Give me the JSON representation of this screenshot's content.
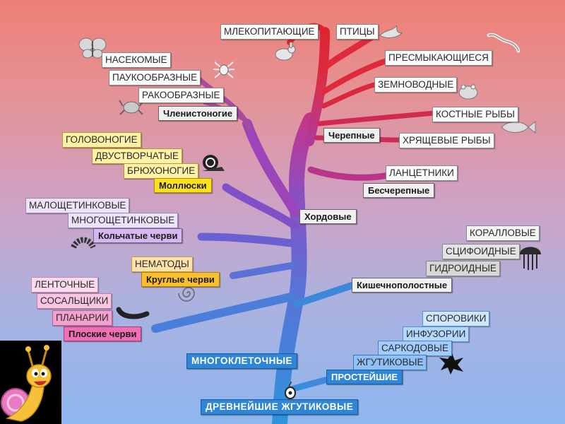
{
  "labels": {
    "mlekopitayushchie": "МЛЕКОПИТАЮЩИЕ",
    "ptitsy": "ПТИЦЫ",
    "presmykayushchiesya": "ПРЕСМЫКАЮЩИЕСЯ",
    "zemnovodnye": "ЗЕМНОВОДНЫЕ",
    "kostnye_ryby": "КОСТНЫЕ РЫБЫ",
    "khryashchevye_ryby": "ХРЯЩЕВЫЕ РЫБЫ",
    "cherepnye": "Черепные",
    "lantsetniki": "ЛАНЦЕТНИКИ",
    "bescherepnye": "Бесчерепные",
    "khordovye": "Хордовые",
    "nasekomye": "НАСЕКОМЫЕ",
    "paukoobraznye": "ПАУКООБРАЗНЫЕ",
    "rakoobraznye": "РАКООБРАЗНЫЕ",
    "chlenistonogie": "Членистоногие",
    "golovonogie": "ГОЛОВОНОГИЕ",
    "dvustvorchatye": "ДВУСТВОРЧАТЫЕ",
    "bryukhonogie": "БРЮХОНОГИЕ",
    "mollyuski": "Моллюски",
    "maloshchetinkovye": "МАЛОЩЕТИНКОВЫЕ",
    "mnogoshchetinkovye": "МНОГОЩЕТИНКОВЫЕ",
    "kolchatye_chervi": "Кольчатые черви",
    "nematody": "НЕМАТОДЫ",
    "kruglye_chervi": "Круглые черви",
    "lentochnye": "ЛЕНТОЧНЫЕ",
    "sosalshchiki": "СОСАЛЬЩИКИ",
    "planarii": "ПЛАНАРИИ",
    "ploskie_chervi": "Плоские черви",
    "korallovye": "КОРАЛЛОВЫЕ",
    "stsifoidnye": "СЦИФОИДНЫЕ",
    "gidroidnye": "ГИДРОИДНЫЕ",
    "kishechnopolostnye": "Кишечнополостные",
    "sporoviki": "СПОРОВИКИ",
    "infuzorii": "ИНФУЗОРИИ",
    "sarkodovye": "САРКОДОВЫЕ",
    "zhgutikovye": "ЖГУТИКОВЫЕ",
    "prosteyshie": "ПРОСТЕЙШИЕ",
    "mnogokletochnye": "МНОГОКЛЕТОЧНЫЕ",
    "drevneyshie_zhgutikovye": "ДРЕВНЕЙШИЕ ЖГУТИКОВЫЕ"
  },
  "colors": {
    "trunk_bottom": "#2f8bd8",
    "trunk_mid": "#5b6fd8",
    "branch_purple": "#8a4fc4",
    "branch_red": "#d8283d",
    "branch_magenta": "#c02e8a"
  },
  "icons": [
    "butterfly-icon",
    "spider-icon",
    "crab-icon",
    "rabbit-icon",
    "bird-icon",
    "lizard-icon",
    "frog-icon",
    "fish-icon",
    "snail-icon",
    "worm-icon",
    "roundworm-icon",
    "flatworm-icon",
    "jellyfish-icon",
    "amoeba-icon",
    "flagellate-icon",
    "snail-mascot-icon"
  ]
}
